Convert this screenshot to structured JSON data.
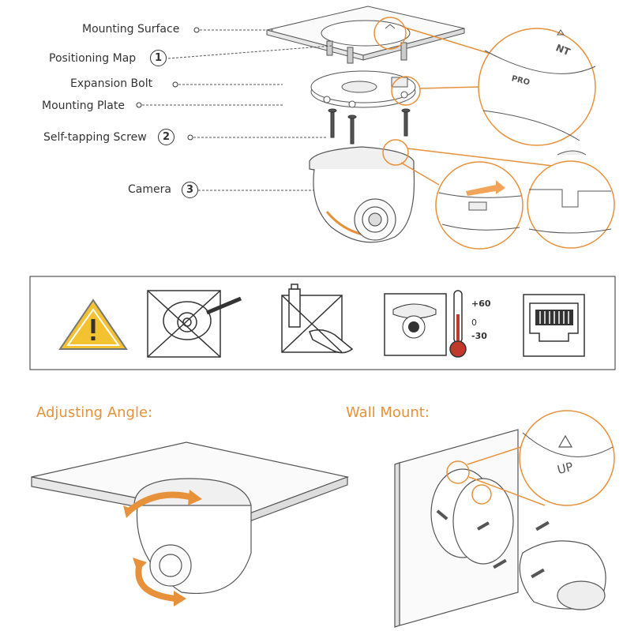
{
  "parts": [
    {
      "label": "Mounting Surface",
      "number": ""
    },
    {
      "label": "Positioning Map",
      "number": "1"
    },
    {
      "label": "Expansion Bolt",
      "number": ""
    },
    {
      "label": "Mounting Plate",
      "number": ""
    },
    {
      "label": "Self-tapping Screw",
      "number": "2"
    },
    {
      "label": "Camera",
      "number": "3"
    }
  ],
  "zoom_top": {
    "line1": "NT",
    "line2": "PRO"
  },
  "temperature": {
    "max": "+60",
    "zero": "0",
    "min": "-30"
  },
  "sections": {
    "adjusting_angle": "Adjusting Angle:",
    "wall_mount": "Wall Mount:"
  },
  "wall_zoom": {
    "label": "UP"
  },
  "colors": {
    "accent": "#e8913b",
    "line": "#555555",
    "warning": "#f2c230"
  }
}
